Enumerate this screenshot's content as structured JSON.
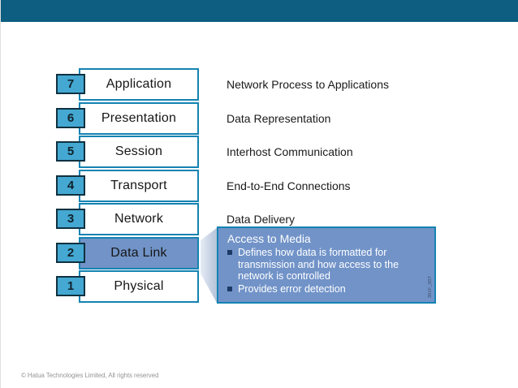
{
  "osi": {
    "layers": [
      {
        "num": "7",
        "name": "Application",
        "description": "Network Process to Applications",
        "highlighted": false
      },
      {
        "num": "6",
        "name": "Presentation",
        "description": "Data Representation",
        "highlighted": false
      },
      {
        "num": "5",
        "name": "Session",
        "description": "Interhost Communication",
        "highlighted": false
      },
      {
        "num": "4",
        "name": "Transport",
        "description": "End-to-End Connections",
        "highlighted": false
      },
      {
        "num": "3",
        "name": "Network",
        "description": "Data Delivery",
        "highlighted": false
      },
      {
        "num": "2",
        "name": "Data Link",
        "description": "",
        "highlighted": true
      },
      {
        "num": "1",
        "name": "Physical",
        "description": "",
        "highlighted": false
      }
    ]
  },
  "callout": {
    "title": "Access to Media",
    "bullets": [
      "Defines how data is formatted for transmission and how access to the network is controlled",
      "Provides error detection"
    ],
    "watermark": "301F_007"
  },
  "footer": {
    "copyright": "© Hatua Technologies Limited, All rights reserved"
  },
  "colors": {
    "header_bar": "#0d5e80",
    "layer_border": "#1483b2",
    "badge_fill": "#44a8d2",
    "badge_border": "#0f3140",
    "highlight_fill": "#7193c8",
    "callout_fill": "#7193c8",
    "bullet_marker": "#1c3a66",
    "footer_text": "#969696"
  }
}
